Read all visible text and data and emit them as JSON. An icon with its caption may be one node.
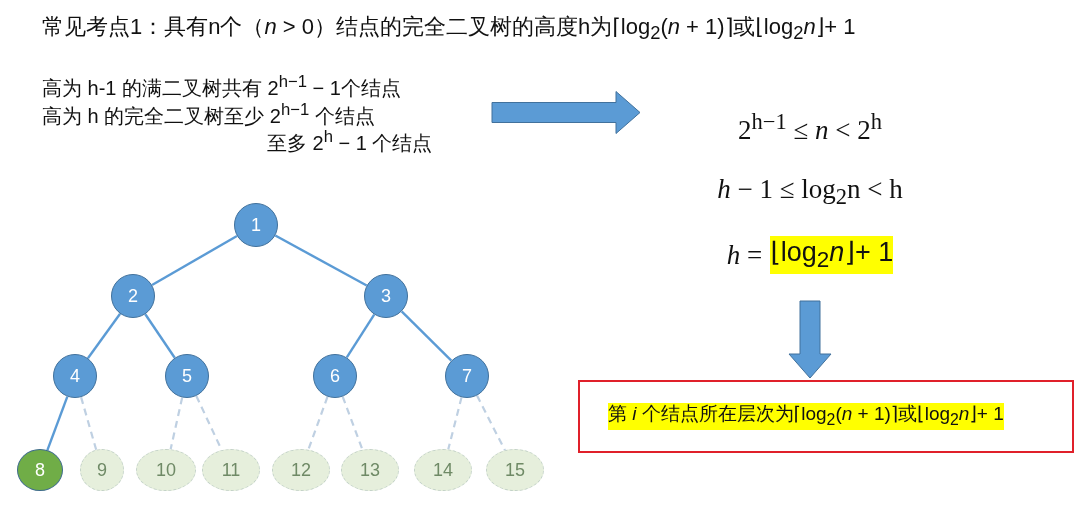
{
  "diagram": {
    "title": "常见考点1：具有n个（*n* > 0）结点的完全二叉树的高度h为⌈log$_{2}$(*n* + 1)⌉或⌊log$_{2}$*n*⌋+ 1",
    "nodes": [
      {
        "text": [
          "1"
        ]
      },
      {
        "text": [
          "2"
        ]
      },
      {
        "text": [
          "3"
        ]
      },
      {
        "text": [
          "4"
        ]
      },
      {
        "text": [
          "5"
        ]
      },
      {
        "text": [
          "6"
        ]
      },
      {
        "text": [
          "7"
        ]
      },
      {
        "text": [
          "8"
        ]
      },
      {
        "text": [
          "9"
        ]
      },
      {
        "text": [
          "10"
        ]
      },
      {
        "text": [
          "11"
        ]
      },
      {
        "text": [
          "12"
        ]
      },
      {
        "text": [
          "13"
        ]
      },
      {
        "text": [
          "14"
        ]
      },
      {
        "text": [
          "15"
        ]
      },
      {
        "text": [
          "高为 h-1 的满二叉树共有 2$^{h−1}$ − 1个结点",
          "高为 h 的完全二叉树至少 2$^{h−1}$ 个结点",
          "至多 2$^{h}$ − 1 个结点"
        ]
      },
      {
        "text": [
          "2$^{h−1}$ ≤ *n* < 2$^{h}$",
          "*h* − 1 ≤ log$_{2}$n < h",
          "*h* =",
          "⌊log$_{2}$*n*⌋+ 1"
        ]
      },
      {
        "text": [
          "第 *i* 个结点所在层次为⌈log$_{2}$(*n* + 1)⌉或⌊log$_{2}$*n*⌋+ 1"
        ]
      }
    ],
    "edges": [
      {
        "from": 0,
        "to": 1,
        "arrow": "none"
      },
      {
        "from": 0,
        "to": 2,
        "arrow": "none"
      },
      {
        "from": 1,
        "to": 3,
        "arrow": "none"
      },
      {
        "from": 1,
        "to": 4,
        "arrow": "none"
      },
      {
        "from": 2,
        "to": 5,
        "arrow": "none"
      },
      {
        "from": 2,
        "to": 6,
        "arrow": "none"
      },
      {
        "from": 3,
        "to": 7,
        "arrow": "none"
      },
      {
        "from": 3,
        "to": 8,
        "arrow": "none",
        "style": "dashed",
        "color": "#bfd0e2"
      },
      {
        "from": 4,
        "to": 9,
        "arrow": "none",
        "style": "dashed",
        "color": "#bfd0e2"
      },
      {
        "from": 4,
        "to": 10,
        "arrow": "none",
        "style": "dashed",
        "color": "#bfd0e2"
      },
      {
        "from": 5,
        "to": 11,
        "arrow": "none",
        "style": "dashed",
        "color": "#bfd0e2"
      },
      {
        "from": 5,
        "to": 12,
        "arrow": "none",
        "style": "dashed",
        "color": "#bfd0e2"
      },
      {
        "from": 6,
        "to": 13,
        "arrow": "none",
        "style": "dashed",
        "color": "#bfd0e2"
      },
      {
        "from": 6,
        "to": 14,
        "arrow": "none",
        "style": "dashed",
        "color": "#bfd0e2"
      },
      {
        "from": 15,
        "to": 16,
        "arrow": "to",
        "style": "thick"
      },
      {
        "from": 16,
        "to": 17,
        "arrow": "to",
        "style": "thick"
      }
    ]
  }
}
